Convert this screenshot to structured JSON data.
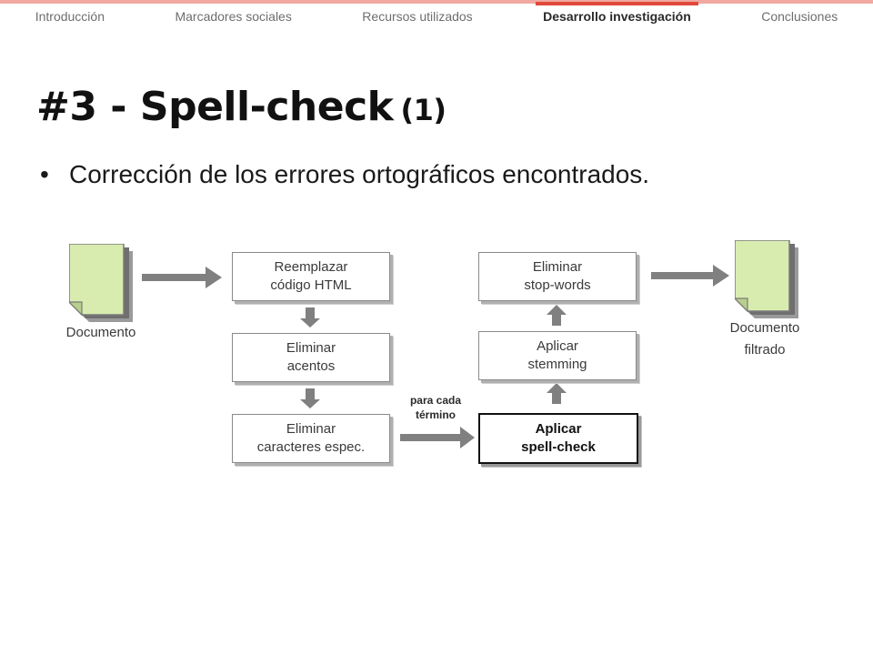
{
  "nav": {
    "items": [
      {
        "label": "Introducción"
      },
      {
        "label": "Marcadores sociales"
      },
      {
        "label": "Recursos utilizados"
      },
      {
        "label": "Desarrollo investigación"
      },
      {
        "label": "Conclusiones"
      }
    ],
    "active_index": 3
  },
  "slide": {
    "title": "#3 - Spell-check",
    "title_suffix": "(1)",
    "bullet": "Corrección de los errores ortográficos encontrados."
  },
  "diagram": {
    "input_doc_label": "Documento",
    "output_doc_label_line1": "Documento",
    "output_doc_label_line2": "filtrado",
    "boxes": {
      "html": {
        "line1": "Reemplazar",
        "line2": "código HTML"
      },
      "accents": {
        "line1": "Eliminar",
        "line2": "acentos"
      },
      "special": {
        "line1": "Eliminar",
        "line2": "caracteres espec."
      },
      "spell": {
        "line1": "Aplicar",
        "line2": "spell-check"
      },
      "stemming": {
        "line1": "Aplicar",
        "line2": "stemming"
      },
      "stopwords": {
        "line1": "Eliminar",
        "line2": "stop-words"
      }
    },
    "edge_label_line1": "para cada",
    "edge_label_line2": "término"
  },
  "colors": {
    "accent": "#e04a3a",
    "nav_topline": "#f0a8a0",
    "doc_fill": "#d9ecb0",
    "arrow": "#808080"
  },
  "icons": {
    "document": "document-icon"
  }
}
